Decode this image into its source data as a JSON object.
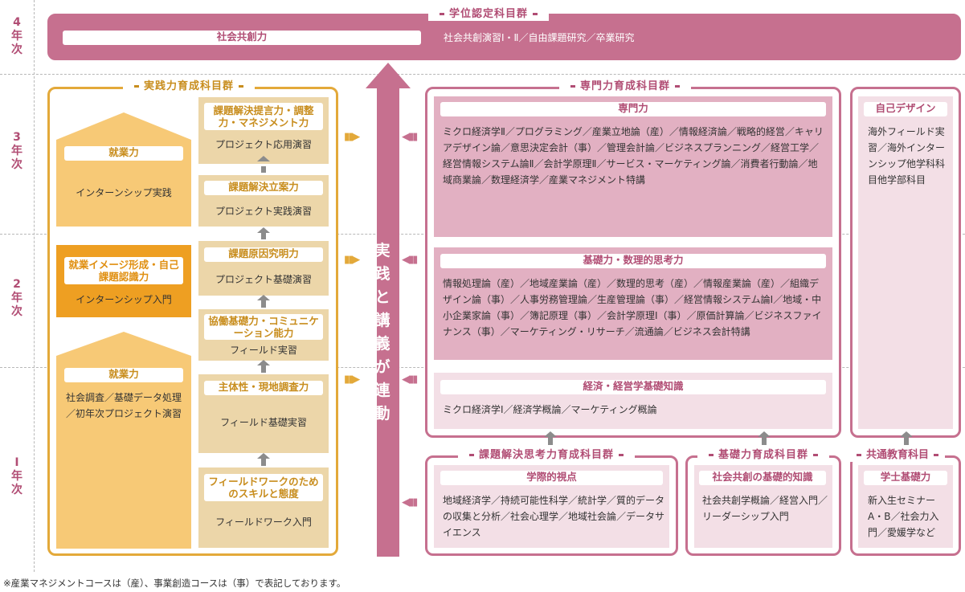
{
  "years": [
    "4年次",
    "3年次",
    "2年次",
    "Ⅰ年次"
  ],
  "degree": {
    "title": "学位認定科目群",
    "pill": "社会共創力",
    "text": "社会共創演習Ⅰ・Ⅱ／自由課題研究／卒業研究"
  },
  "practice": {
    "title": "実践力育成科目群",
    "employ3": {
      "pill": "就業力",
      "text": "インターンシップ実践"
    },
    "image2": {
      "pill": "就業イメージ形成・自己課題認識力",
      "text": "インターンシップ入門"
    },
    "employ1": {
      "pill": "就業力",
      "text": "社会調査／基礎データ処理／初年次プロジェクト演習"
    },
    "steps": [
      {
        "pill": "課題解決提言力・調整力・マネジメント力",
        "text": "プロジェクト応用演習"
      },
      {
        "pill": "課題解決立案力",
        "text": "プロジェクト実践演習"
      },
      {
        "pill": "課題原因究明力",
        "text": "プロジェクト基礎演習"
      },
      {
        "pill": "協働基礎力・コミュニケーション能力",
        "text": "フィールド実習"
      },
      {
        "pill": "主体性・現地調査力",
        "text": "フィールド基礎実習"
      },
      {
        "pill": "フィールドワークのためのスキルと態度",
        "text": "フィールドワーク入門"
      }
    ]
  },
  "center_arrow": "実践と講義が連動",
  "specialty": {
    "title": "専門力育成科目群",
    "senmon": {
      "pill": "専門力",
      "text": "ミクロ経済学Ⅱ／プログラミング／産業立地論（産）／情報経済論／戦略的経営／キャリアデザイン論／意思決定会計（事）／管理会計論／ビジネスプランニング／経営工学／経営情報システム論Ⅱ／会計学原理Ⅱ／サービス・マーケティング論／消費者行動論／地域商業論／数理経済学／産業マネジメント特講"
    },
    "kiso": {
      "pill": "基礎力・数理的思考力",
      "text": "情報処理論（産）／地域産業論（産）／数理的思考（産）／情報産業論（産）／組織デザイン論（事）／人事労務管理論／生産管理論（事）／経営情報システム論Ⅰ／地域・中小企業家論（事）／簿記原理（事）／会計学原理Ⅰ（事）／原価計算論／ビジネスファイナンス（事）／マーケティング・リサーチ／流通論／ビジネス会計特講"
    },
    "keizai": {
      "pill": "経済・経営学基礎知識",
      "text": "ミクロ経済学Ⅰ／経済学概論／マーケティング概論"
    }
  },
  "self": {
    "pill": "自己デザイン",
    "text": "海外フィールド実習／海外インターンシップ他学科科目他学部科目"
  },
  "problem": {
    "title": "課題解決思考力育成科目群",
    "pill": "学際的視点",
    "text": "地域経済学／持続可能性科学／統計学／質的データの収集と分析／社会心理学／地域社会論／データサイエンス"
  },
  "basic": {
    "title": "基礎力育成科目群",
    "pill": "社会共創の基礎的知識",
    "text": "社会共創学概論／経営入門／リーダーシップ入門"
  },
  "common": {
    "title": "共通教育科目",
    "pill": "学士基礎力",
    "text": "新入生セミナーA・B／社会力入門／愛媛学など"
  },
  "footnote": "※産業マネジメントコースは（産）、事業創造コースは（事）で表記しております。",
  "colors": {
    "pink_dark": "#c6708f",
    "pink_mid": "#e2b0c2",
    "pink_light": "#f3dfe6",
    "gold": "#e3a93a",
    "gold_light": "#f7c976",
    "sand": "#ecd6a9",
    "orange": "#ee9f22"
  }
}
